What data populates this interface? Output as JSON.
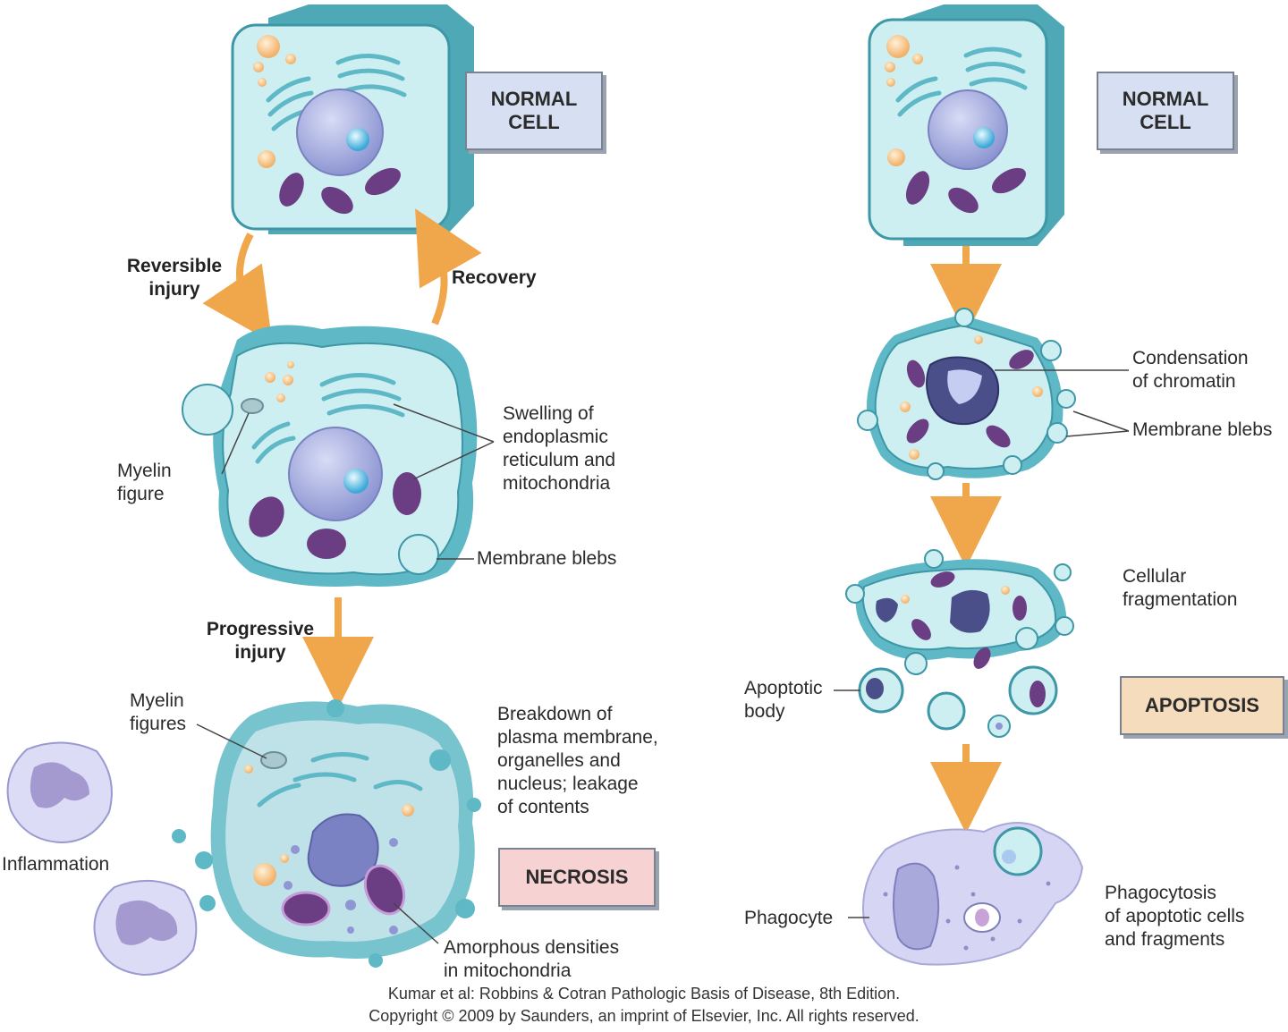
{
  "boxes": {
    "normal_cell_left": [
      "NORMAL",
      "CELL"
    ],
    "normal_cell_right": [
      "NORMAL",
      "CELL"
    ],
    "necrosis": "NECROSIS",
    "apoptosis": "APOPTOSIS"
  },
  "arrows": {
    "reversible_injury": [
      "Reversible",
      "injury"
    ],
    "recovery": "Recovery",
    "progressive_injury": [
      "Progressive",
      "injury"
    ]
  },
  "labels": {
    "myelin_figure": [
      "Myelin",
      "figure"
    ],
    "swelling": [
      "Swelling of",
      "endoplasmic",
      "reticulum and",
      "mitochondria"
    ],
    "membrane_blebs_left": "Membrane blebs",
    "myelin_figures": [
      "Myelin",
      "figures"
    ],
    "breakdown": [
      "Breakdown of",
      "plasma membrane,",
      "organelles and",
      "nucleus; leakage",
      "of contents"
    ],
    "inflammation": "Inflammation",
    "amorphous": [
      "Amorphous densities",
      "in mitochondria"
    ],
    "condensation": [
      "Condensation",
      "of chromatin"
    ],
    "membrane_blebs_right": "Membrane blebs",
    "fragmentation": [
      "Cellular",
      "fragmentation"
    ],
    "apoptotic_body": [
      "Apoptotic",
      "body"
    ],
    "phagocyte": "Phagocyte",
    "phagocytosis": [
      "Phagocytosis",
      "of apoptotic cells",
      "and fragments"
    ]
  },
  "credit": [
    "Kumar et al: Robbins & Cotran Pathologic Basis of Disease, 8th Edition.",
    "Copyright © 2009 by Saunders, an imprint of Elsevier, Inc. All rights reserved."
  ],
  "colors": {
    "cytoplasm": "#cdeff2",
    "membrane": "#5fb8c6",
    "nucleus": "#9ea6dc",
    "mitochondria": "#6b3d82",
    "arrow": "#f0a64a",
    "phagocyte": "#d6d6f4"
  }
}
